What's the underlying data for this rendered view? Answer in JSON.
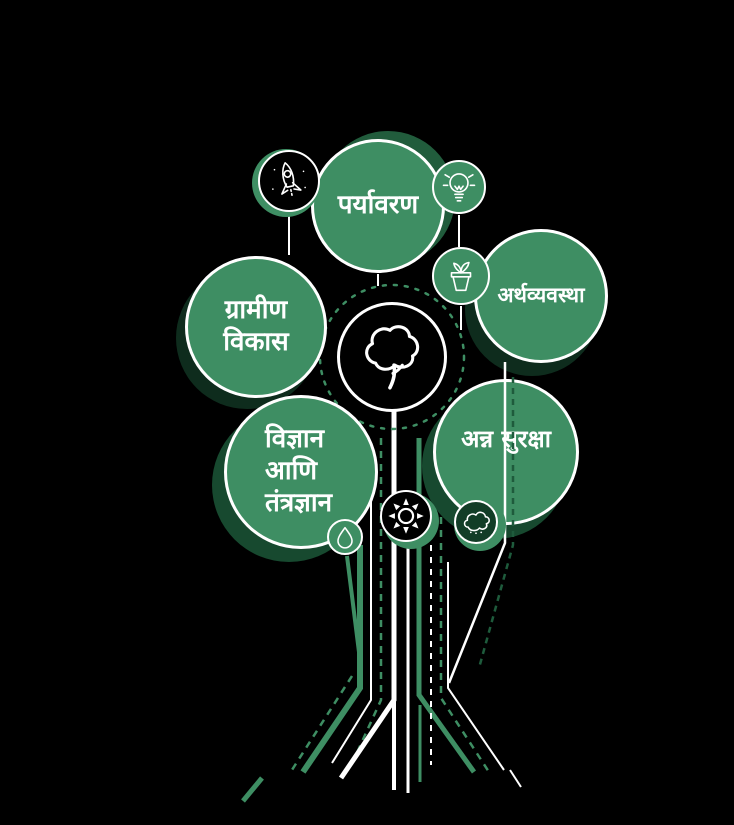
{
  "diagram": {
    "kind": "tree-of-development-infographic",
    "background": "#000000"
  },
  "palette": {
    "green": "#3E8E63",
    "dark_green": "#17492F",
    "darker_green": "#0E2C1D",
    "white": "#FFFFFF",
    "black": "#000000"
  },
  "labels": {
    "environment": "पर्यावरण",
    "economy": "अर्थव्यवस्था",
    "rural_line1": "ग्रामीण",
    "rural_line2": "विकास",
    "science_line1": "विज्ञान",
    "science_line2": "आणि",
    "science_line3": "तंत्रज्ञान",
    "food": "अन्न सुरक्षा"
  },
  "icons": [
    "tree-icon",
    "rocket-icon",
    "lightbulb-icon",
    "plant-pot-icon",
    "sun-icon",
    "cloud-icon",
    "water-drop-icon"
  ]
}
